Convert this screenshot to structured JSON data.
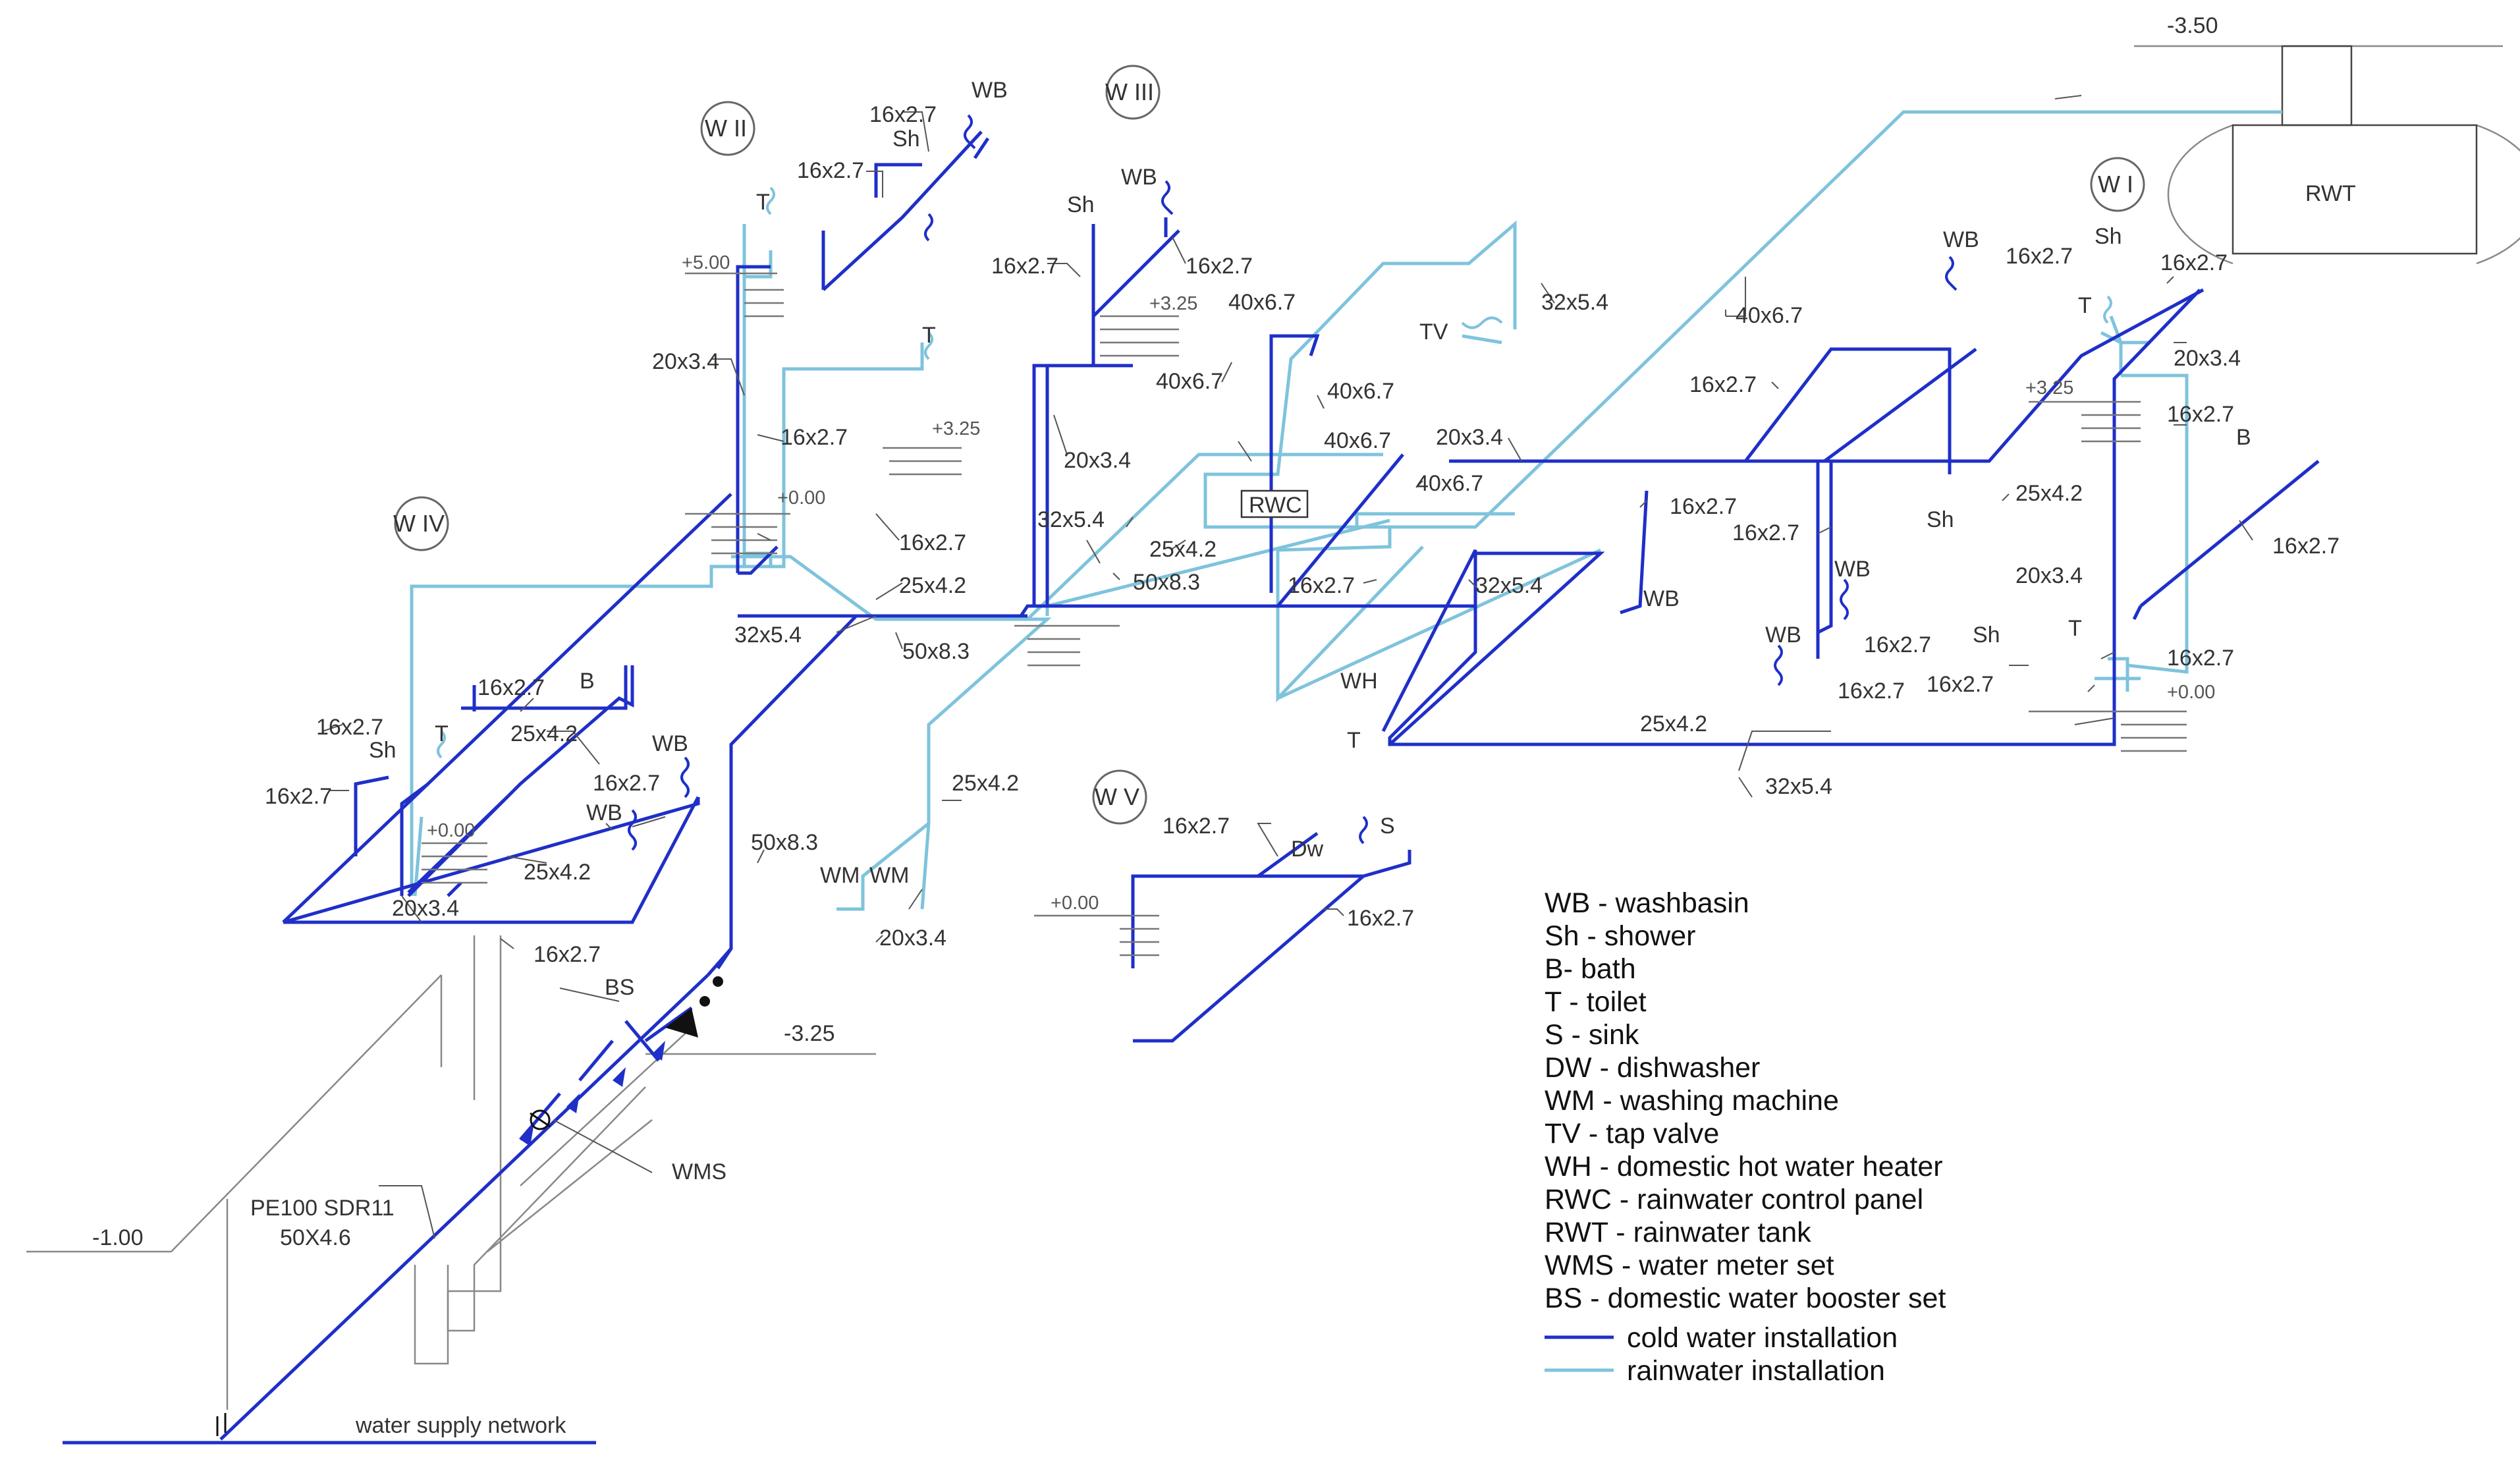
{
  "colors": {
    "cold_water": "#1f2fc8",
    "rainwater": "#7fc3dc",
    "auxiliary": "#888888"
  },
  "risers": {
    "w1": "W I",
    "w2": "W II",
    "w3": "W III",
    "w4": "W IV",
    "w5": "W V"
  },
  "boxes": {
    "rwt": "RWT",
    "rwc": "RWC"
  },
  "levels": {
    "top": "-3.50",
    "mid": "-3.25",
    "ground": "-1.00",
    "w2_top": "+5.00",
    "w2_zero": "+0.00",
    "w3_mid": "+3.25",
    "w2_mid": "+3.25",
    "w1_mid": "+3.25",
    "w1_zero": "+0.00",
    "w4_zero": "+0.00",
    "w5_zero": "+0.00"
  },
  "fixtures": {
    "wb": "WB",
    "sh": "Sh",
    "t": "T",
    "b": "B",
    "s": "S",
    "dw": "Dw",
    "wm": "WM",
    "tv": "TV",
    "wh": "WH",
    "bs": "BS",
    "wms": "WMS"
  },
  "sizes": {
    "s16": "16x2.7",
    "s20": "20x3.4",
    "s25": "25x4.2",
    "s32": "32x5.4",
    "s40": "40x6.7",
    "s50": "50x8.3"
  },
  "supply": {
    "pipe_line1": "PE100  SDR11",
    "pipe_line2": "50X4.6",
    "network": "water supply network"
  },
  "legend": [
    "WB - washbasin",
    "Sh - shower",
    "B- bath",
    "T - toilet",
    "S - sink",
    "DW - dishwasher",
    "WM - washing machine",
    "TV - tap valve",
    "WH - domestic hot water heater",
    "RWC - rainwater control panel",
    "RWT - rainwater tank",
    "WMS - water meter set",
    "BS - domestic water booster set"
  ],
  "legend_lines": {
    "cold": "cold water installation",
    "rain": "rainwater installation"
  }
}
